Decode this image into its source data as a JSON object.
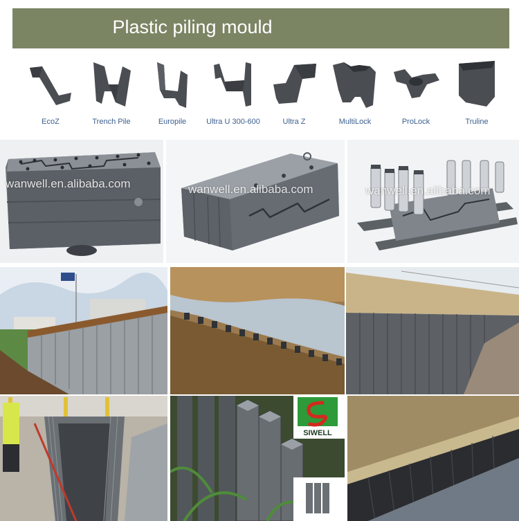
{
  "banner": {
    "title": "Plastic piling mould"
  },
  "profiles": [
    {
      "label": "EcoZ",
      "icon": "ecoz-profile-icon"
    },
    {
      "label": "Trench Pile",
      "icon": "trench-pile-profile-icon"
    },
    {
      "label": "Europile",
      "icon": "europile-profile-icon"
    },
    {
      "label": "Ultra U 300-600",
      "icon": "ultra-u-profile-icon"
    },
    {
      "label": "Ultra Z",
      "icon": "ultra-z-profile-icon"
    },
    {
      "label": "MultiLock",
      "icon": "multilock-profile-icon"
    },
    {
      "label": "ProLock",
      "icon": "prolock-profile-icon"
    },
    {
      "label": "Truline",
      "icon": "truline-profile-icon"
    }
  ],
  "watermarks": {
    "mould1": "wanwell.en.alibaba.com",
    "mould2": "wanwell.en.alibaba.com",
    "mould3": "wanwell.en.alibaba.com"
  },
  "logo": {
    "text": "SIWELL",
    "color": "#2e9a3a",
    "accent": "#d32a1e"
  },
  "colors": {
    "banner": "#7b8564",
    "label": "#3b5f8f",
    "profile": "#4a4d52"
  }
}
